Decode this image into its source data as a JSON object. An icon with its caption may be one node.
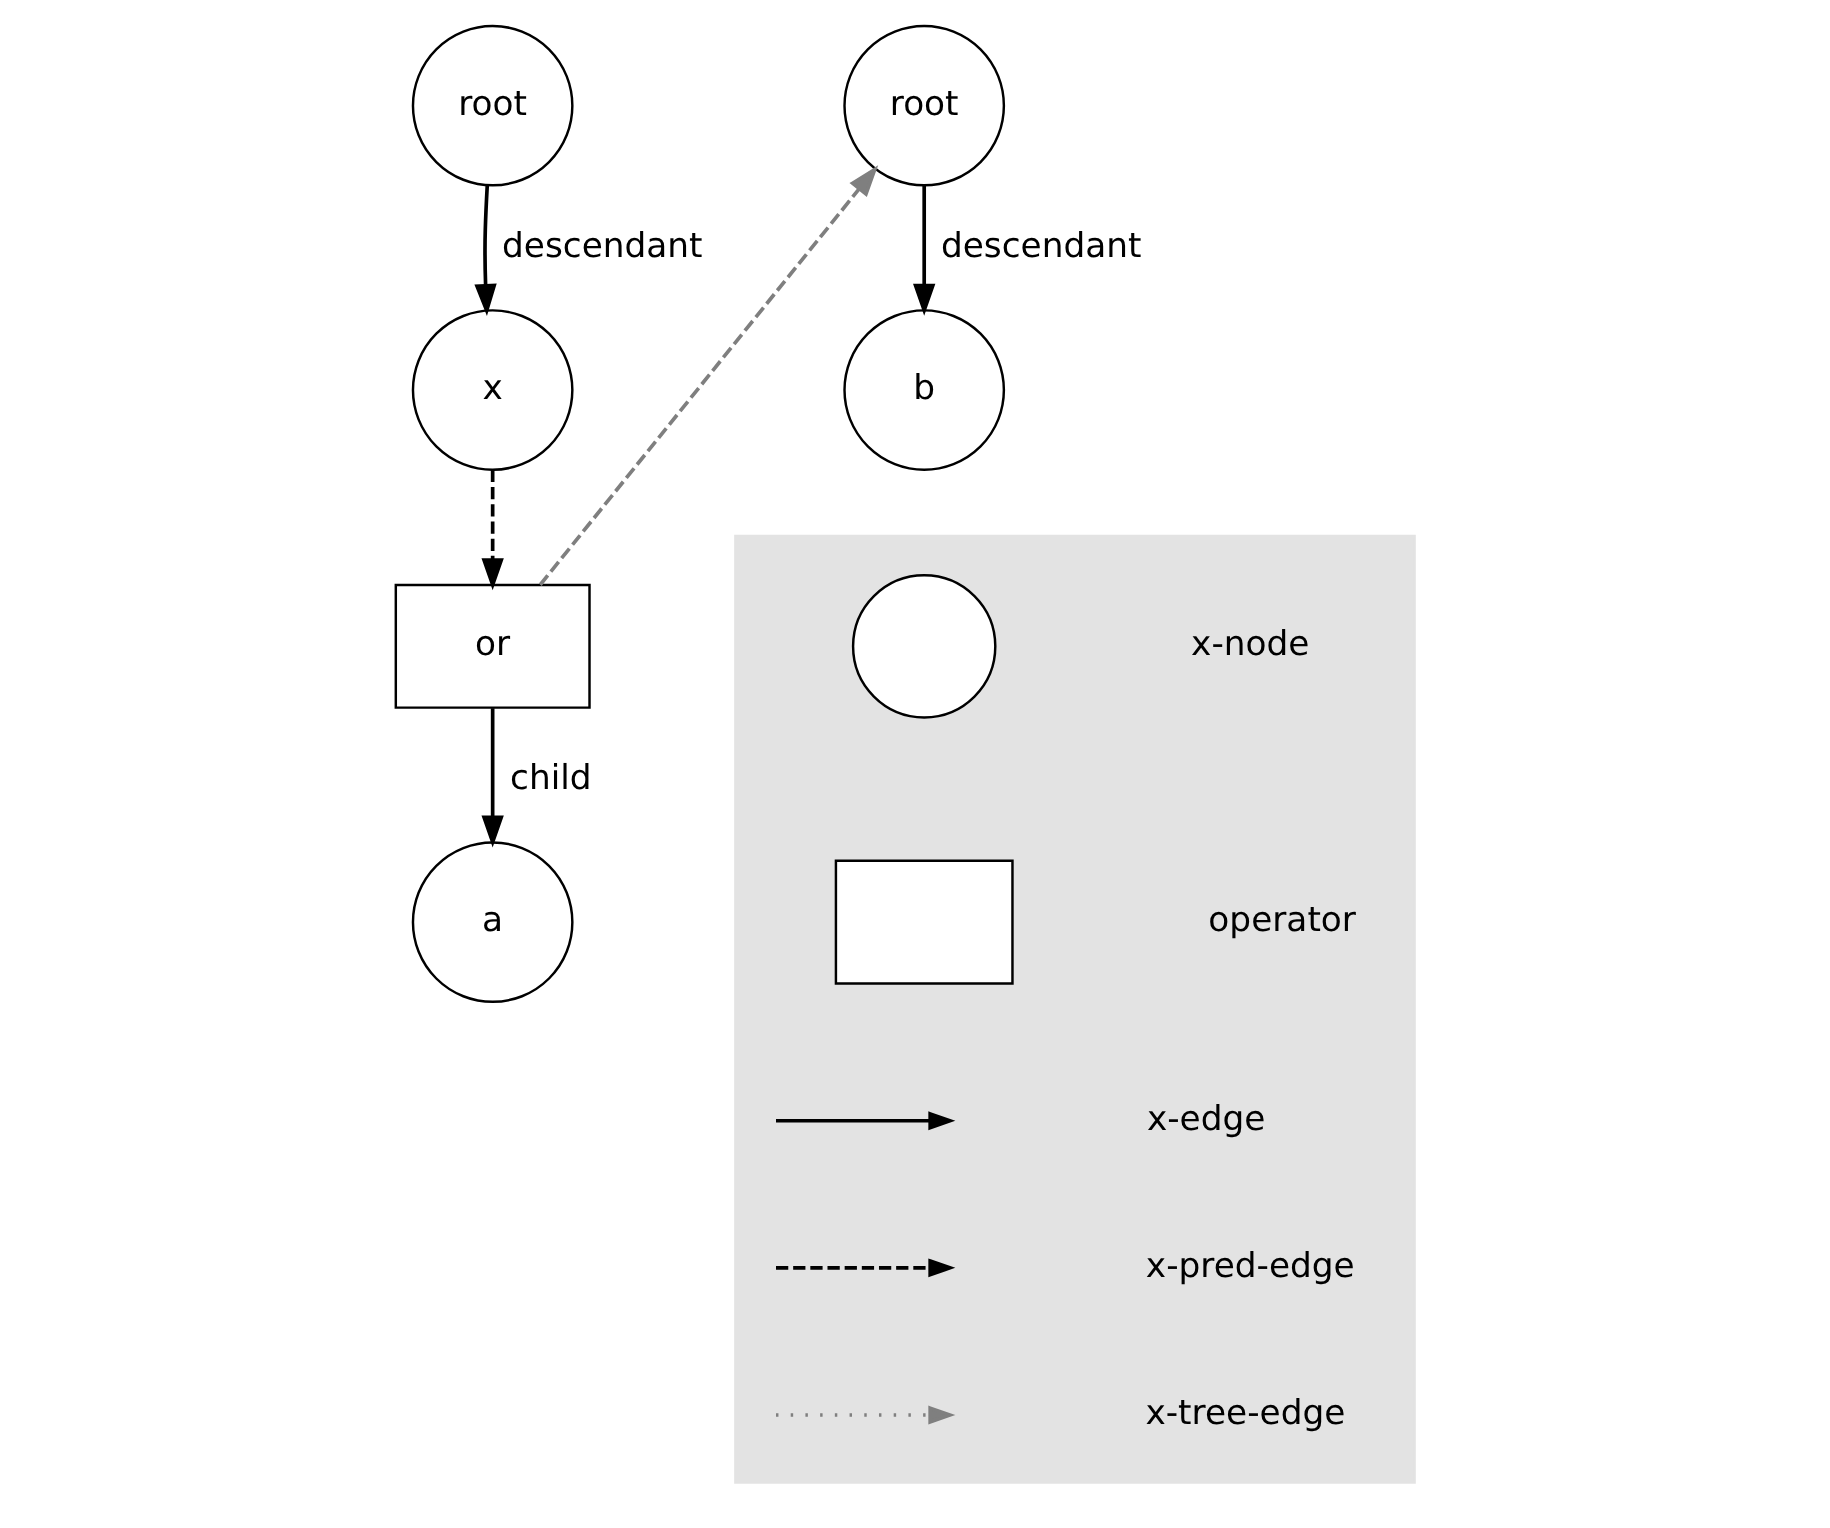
{
  "diagram": {
    "nodes": [
      {
        "text": [
          "root"
        ]
      },
      {
        "text": [
          "x"
        ]
      },
      {
        "text": [
          "or"
        ]
      },
      {
        "text": [
          "a"
        ]
      },
      {
        "text": [
          "root"
        ]
      },
      {
        "text": [
          "b"
        ]
      },
      {
        "text": [],
        "shape": "box"
      },
      {
        "text": [],
        "shape": "circle",
        "in": 6
      },
      {
        "text": [],
        "shape": "box",
        "in": 6
      }
    ],
    "edges": [
      {
        "from": 0,
        "to": 1,
        "arrow": "to",
        "label": "descendant"
      },
      {
        "from": 1,
        "to": 2,
        "arrow": "to",
        "style": "dashed"
      },
      {
        "from": 2,
        "to": 3,
        "arrow": "to",
        "label": "child"
      },
      {
        "from": 2,
        "to": 4,
        "arrow": "to",
        "style": "dashed",
        "color": "#7f7f7f"
      },
      {
        "from": 4,
        "to": 5,
        "arrow": "to",
        "label": "descendant"
      }
    ],
    "legend": [
      {
        "text": "x-node"
      },
      {
        "text": "operator"
      },
      {
        "text": "x-edge"
      },
      {
        "text": "x-pred-edge"
      },
      {
        "text": "x-tree-edge"
      }
    ]
  }
}
